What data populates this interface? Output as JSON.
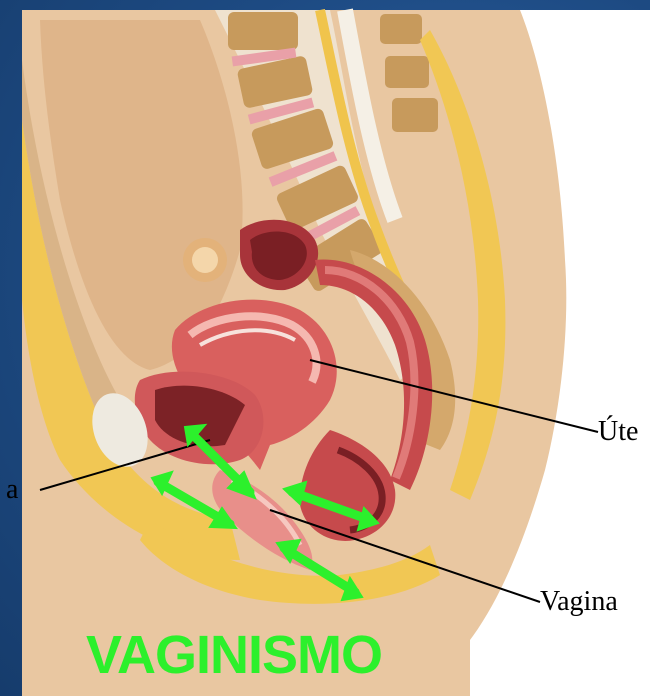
{
  "image": {
    "caption": "VAGINISMO",
    "labels": {
      "left": "a",
      "utero": "Úte",
      "vagina": "Vagina"
    },
    "colors": {
      "background": "#1f4d86",
      "caption": "#2cf02c",
      "arrows": "#2cf02c",
      "skin": "#e7c39a",
      "fat": "#f0c44c",
      "muscle": "#c84a4a",
      "mucosa": "#e88f8a",
      "bone": "#f2dcc0"
    }
  }
}
